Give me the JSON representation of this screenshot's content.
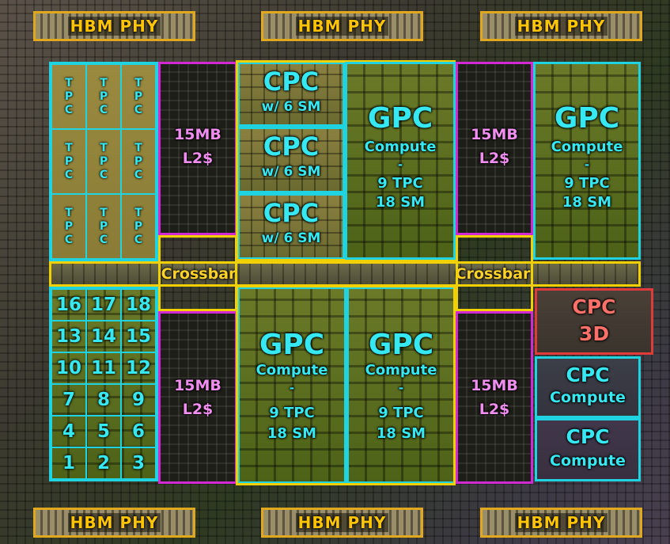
{
  "hbm_phy": {
    "top_left": "HBM PHY",
    "top_center": "HBM PHY",
    "top_right": "HBM PHY",
    "bottom_left": "HBM PHY",
    "bottom_center": "HBM PHY",
    "bottom_right": "HBM PHY"
  },
  "tpc_cell": {
    "line1": "T",
    "line2": "P",
    "line3": "C"
  },
  "cpc_sm": [
    {
      "title": "CPC",
      "sub": "w/ 6 SM"
    },
    {
      "title": "CPC",
      "sub": "w/ 6 SM"
    },
    {
      "title": "CPC",
      "sub": "w/ 6 SM"
    }
  ],
  "gpc_blocks": [
    {
      "title": "GPC",
      "line1": "Compute",
      "line2": "-",
      "line3": "9 TPC",
      "line4": "18 SM"
    },
    {
      "title": "GPC",
      "line1": "Compute",
      "line2": "-",
      "line3": "9 TPC",
      "line4": "18 SM"
    },
    {
      "title": "GPC",
      "line1": "Compute",
      "line2": "-",
      "line3": "9 TPC",
      "line4": "18 SM"
    },
    {
      "title": "GPC",
      "line1": "Compute",
      "line2": "-",
      "line3": "9 TPC",
      "line4": "18 SM"
    }
  ],
  "l2_blocks": [
    {
      "line1": "15MB",
      "line2": "L2$"
    },
    {
      "line1": "15MB",
      "line2": "L2$"
    },
    {
      "line1": "15MB",
      "line2": "L2$"
    },
    {
      "line1": "15MB",
      "line2": "L2$"
    }
  ],
  "crossbar": {
    "left": "Crossbar",
    "right": "Crossbar"
  },
  "cpc_3d": {
    "line1": "CPC",
    "line2": "3D"
  },
  "cpc_compute": [
    {
      "line1": "CPC",
      "line2": "Compute"
    },
    {
      "line1": "CPC",
      "line2": "Compute"
    }
  ],
  "numbered_grid": [
    "16",
    "17",
    "18",
    "13",
    "14",
    "15",
    "10",
    "11",
    "12",
    "7",
    "8",
    "9",
    "4",
    "5",
    "6",
    "1",
    "2",
    "3"
  ]
}
